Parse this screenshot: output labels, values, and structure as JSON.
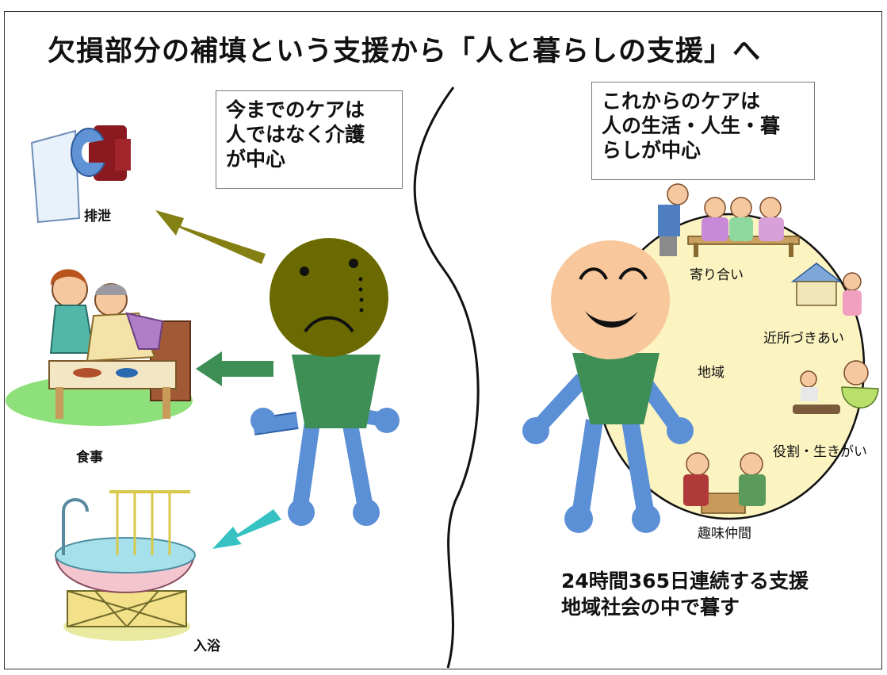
{
  "title": "欠損部分の補填という支援から「人と暮らしの支援」へ",
  "left": {
    "box_lines": [
      "今までのケアは",
      "人ではなく介護",
      "が中心"
    ],
    "labels": {
      "toilet": "排泄",
      "meal": "食事",
      "bath": "入浴"
    }
  },
  "right": {
    "box_lines": [
      "これからのケアは",
      "人の生活・人生・暮",
      "らしが中心"
    ],
    "circle_center": "地域",
    "circle_labels": {
      "gathering": "寄り合い",
      "neighbors": "近所づきあい",
      "role": "役割・生きがい",
      "hobby": "趣味仲間"
    },
    "footer_lines": [
      "24時間365日連続する支援",
      "地域社会の中で暮す"
    ]
  },
  "colors": {
    "sad_face": "#6b6a00",
    "happy_face": "#f8c79c",
    "torso": "#3d8f56",
    "limbs": "#5b8fd6",
    "community_circle": "#fbf3c0",
    "arrow_toilet": "#848014",
    "arrow_meal": "#3e8f55",
    "arrow_bath": "#36c2c2"
  }
}
